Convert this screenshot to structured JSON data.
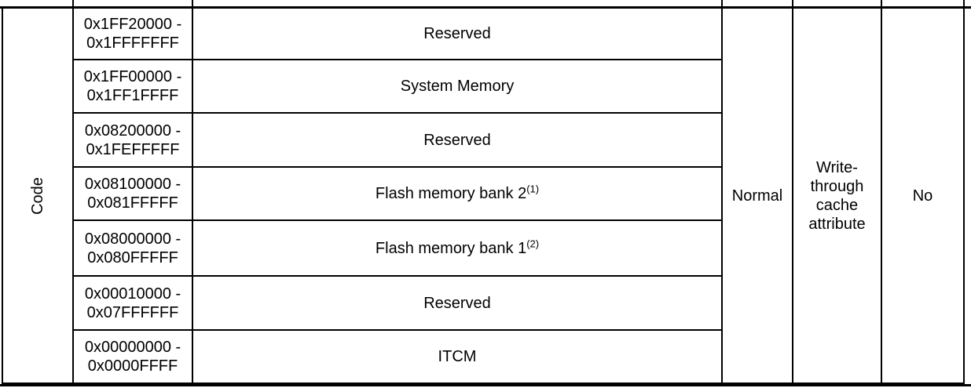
{
  "table": {
    "region_label": "Code",
    "memory_type": "Normal",
    "cache_attribute": "Write-\nthrough\ncache\nattribute",
    "flag_value": "No",
    "rows": [
      {
        "addr_start": "0x1FF20000 -",
        "addr_end": "0x1FFFFFFF",
        "name": "Reserved",
        "note": ""
      },
      {
        "addr_start": "0x1FF00000 -",
        "addr_end": "0x1FF1FFFF",
        "name": "System Memory",
        "note": ""
      },
      {
        "addr_start": "0x08200000 -",
        "addr_end": "0x1FEFFFFF",
        "name": "Reserved",
        "note": ""
      },
      {
        "addr_start": "0x08100000 -",
        "addr_end": "0x081FFFFF",
        "name": "Flash memory bank 2",
        "note": "(1)"
      },
      {
        "addr_start": "0x08000000 -",
        "addr_end": "0x080FFFFF",
        "name": "Flash memory bank 1",
        "note": "(2)"
      },
      {
        "addr_start": "0x00010000 -",
        "addr_end": "0x07FFFFFF",
        "name": "Reserved",
        "note": ""
      },
      {
        "addr_start": "0x00000000 -",
        "addr_end": "0x0000FFFF",
        "name": "ITCM",
        "note": ""
      }
    ]
  }
}
